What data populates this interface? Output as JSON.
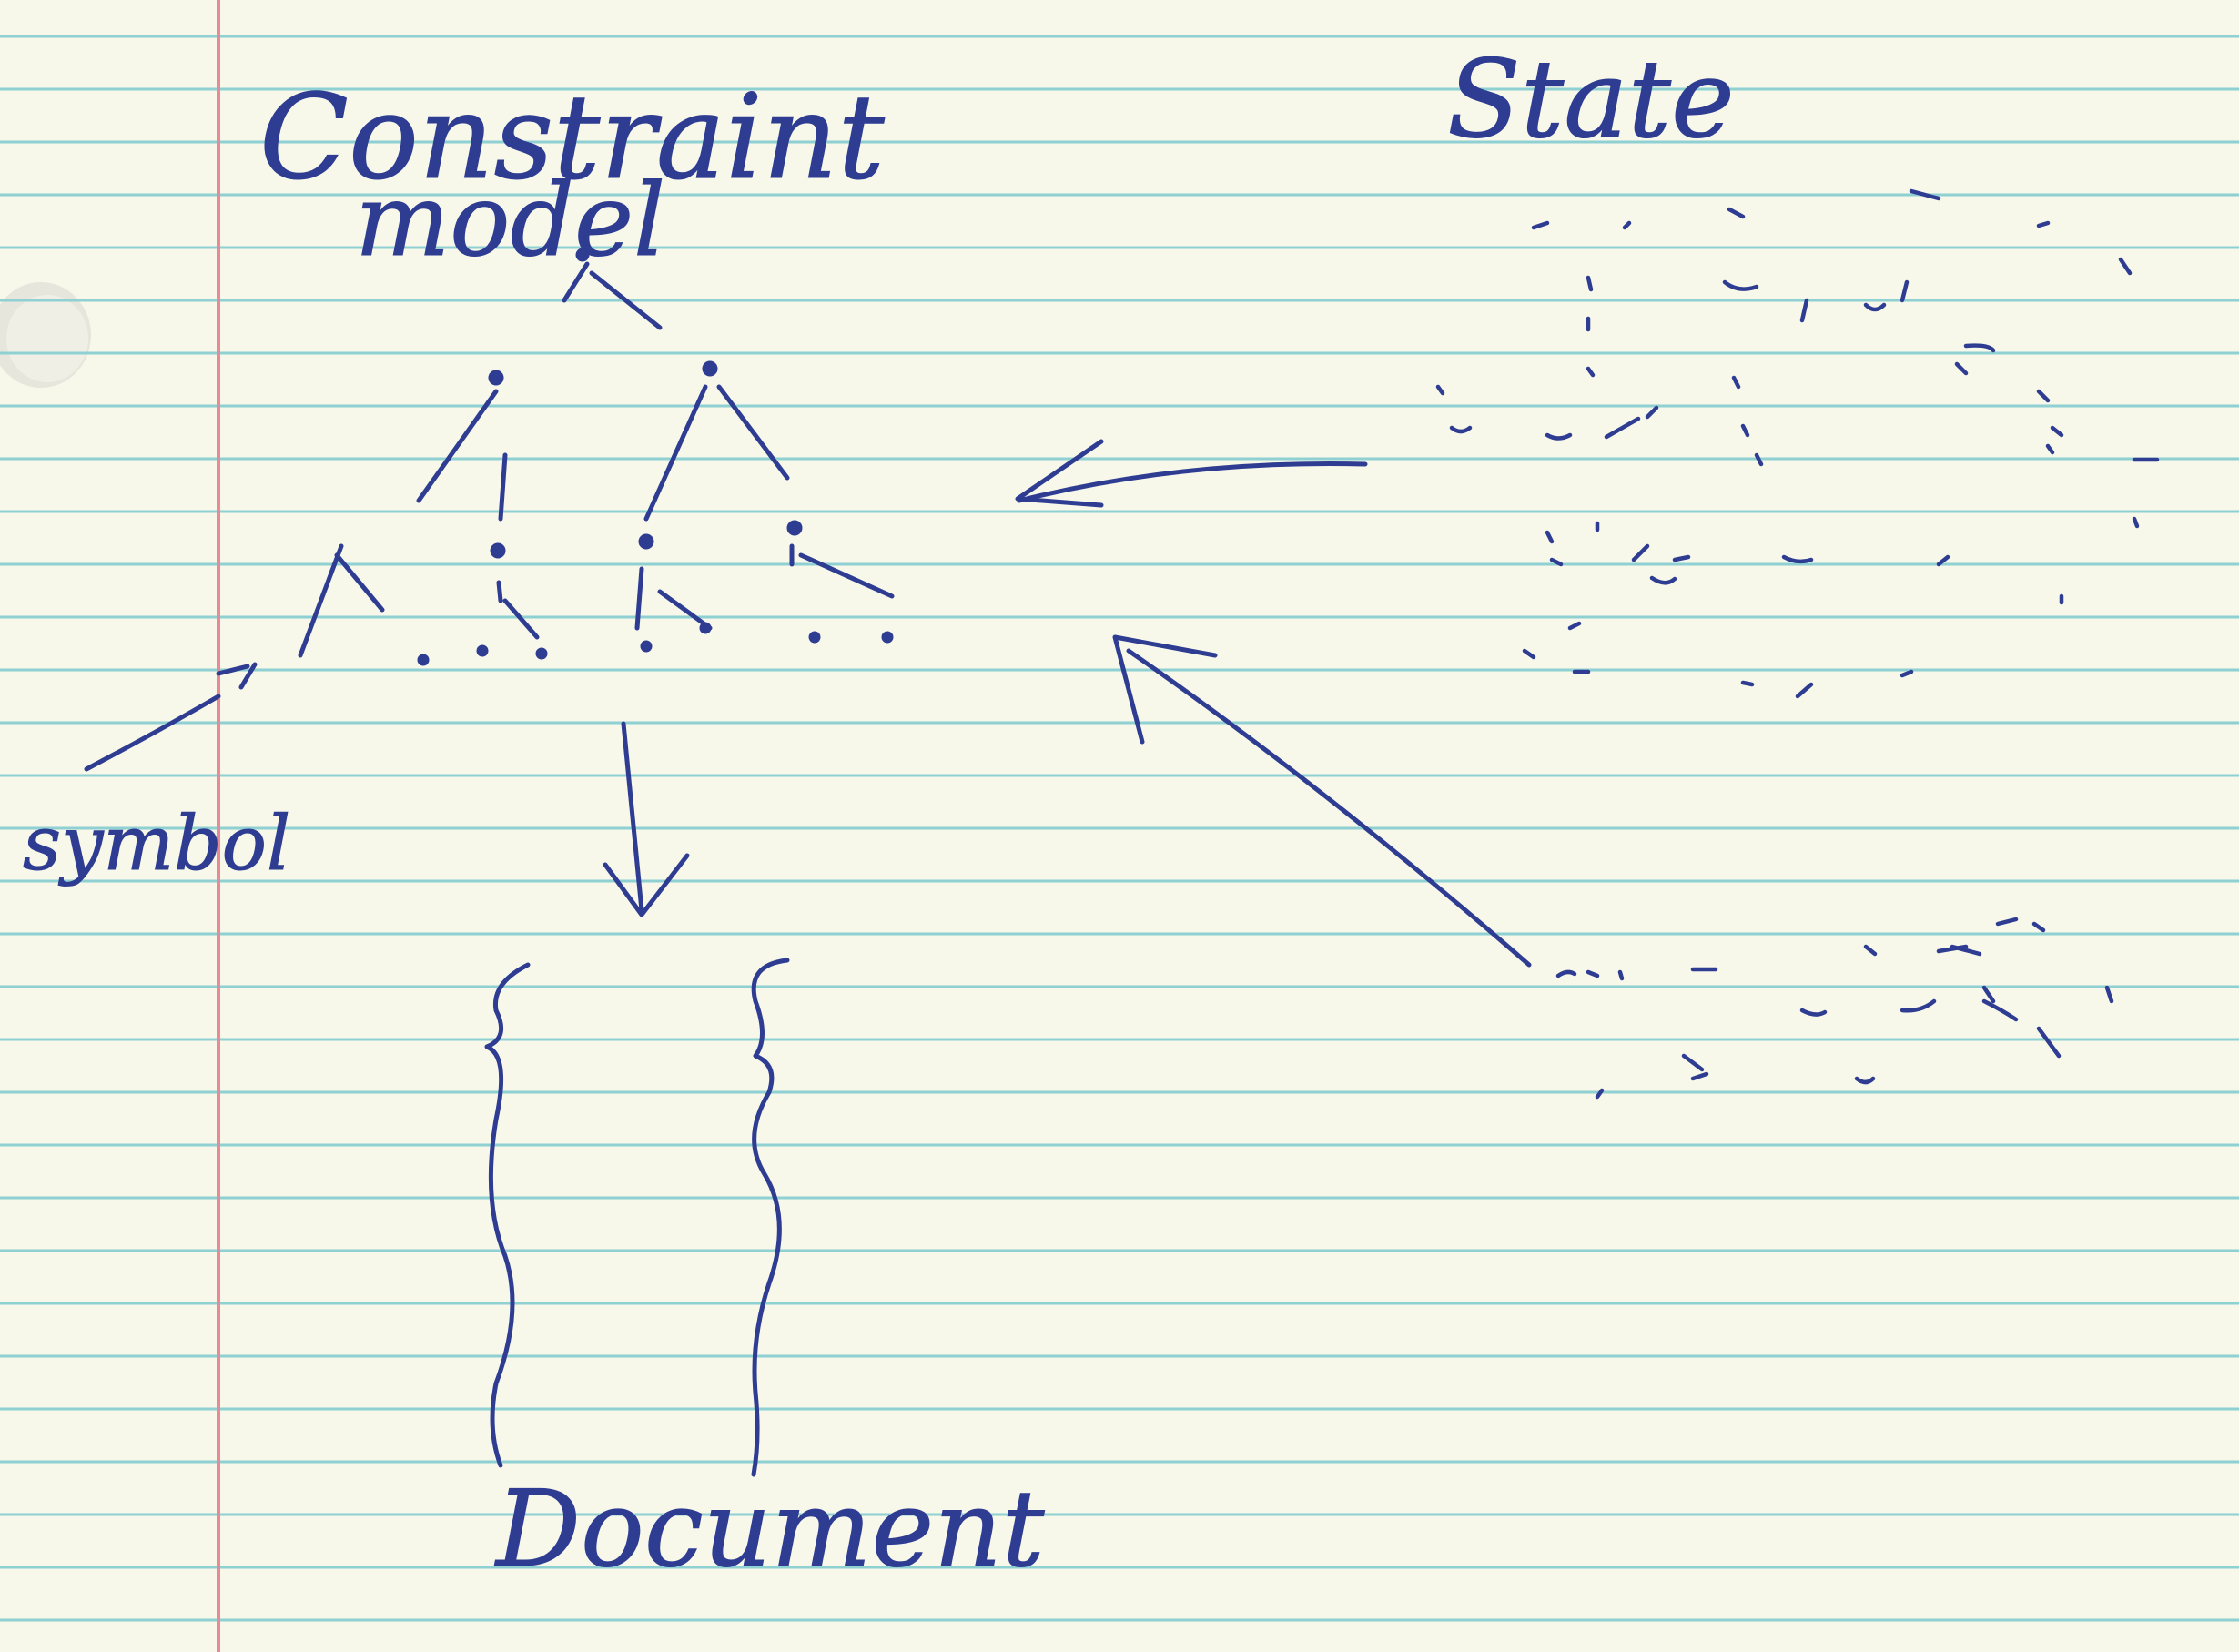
{
  "labels": {
    "constraint_line1": "Constraint",
    "constraint_line2": "model",
    "state": "State",
    "symbol": "symbol",
    "document": "Document"
  },
  "colors": {
    "paper": "#f7f7ea",
    "ink": "#2e3c92",
    "rule_line": "#8fd0d2",
    "margin_line": "#e88a95",
    "punch_hole": "#e9e9df"
  }
}
